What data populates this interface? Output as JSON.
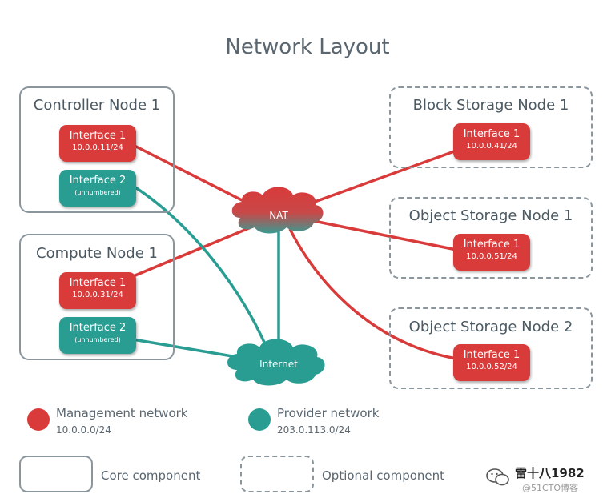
{
  "title": "Network Layout",
  "nodes": {
    "controller": {
      "label": "Controller Node 1",
      "if1_name": "Interface 1",
      "if1_addr": "10.0.0.11/24",
      "if2_name": "Interface 2",
      "if2_addr": "(unnumbered)"
    },
    "compute": {
      "label": "Compute Node 1",
      "if1_name": "Interface 1",
      "if1_addr": "10.0.0.31/24",
      "if2_name": "Interface 2",
      "if2_addr": "(unnumbered)"
    },
    "block": {
      "label": "Block Storage Node 1",
      "if1_name": "Interface 1",
      "if1_addr": "10.0.0.41/24"
    },
    "object1": {
      "label": "Object Storage Node 1",
      "if1_name": "Interface 1",
      "if1_addr": "10.0.0.51/24"
    },
    "object2": {
      "label": "Object Storage Node 2",
      "if1_name": "Interface 1",
      "if1_addr": "10.0.0.52/24"
    }
  },
  "clouds": {
    "nat": "NAT",
    "internet": "Internet"
  },
  "legend": {
    "management": {
      "name": "Management network",
      "sub": "10.0.0.0/24",
      "color": "#d93a3a"
    },
    "provider": {
      "name": "Provider network",
      "sub": "203.0.113.0/24",
      "color": "#2a9d93"
    },
    "core": "Core component",
    "optional": "Optional component"
  },
  "watermark": {
    "name": "雷十八1982",
    "sub": "@51CTO博客"
  },
  "colors": {
    "management_line": "#d93a3a",
    "provider_line": "#2a9d93",
    "border": "#8b959c",
    "text": "#5a6670"
  }
}
